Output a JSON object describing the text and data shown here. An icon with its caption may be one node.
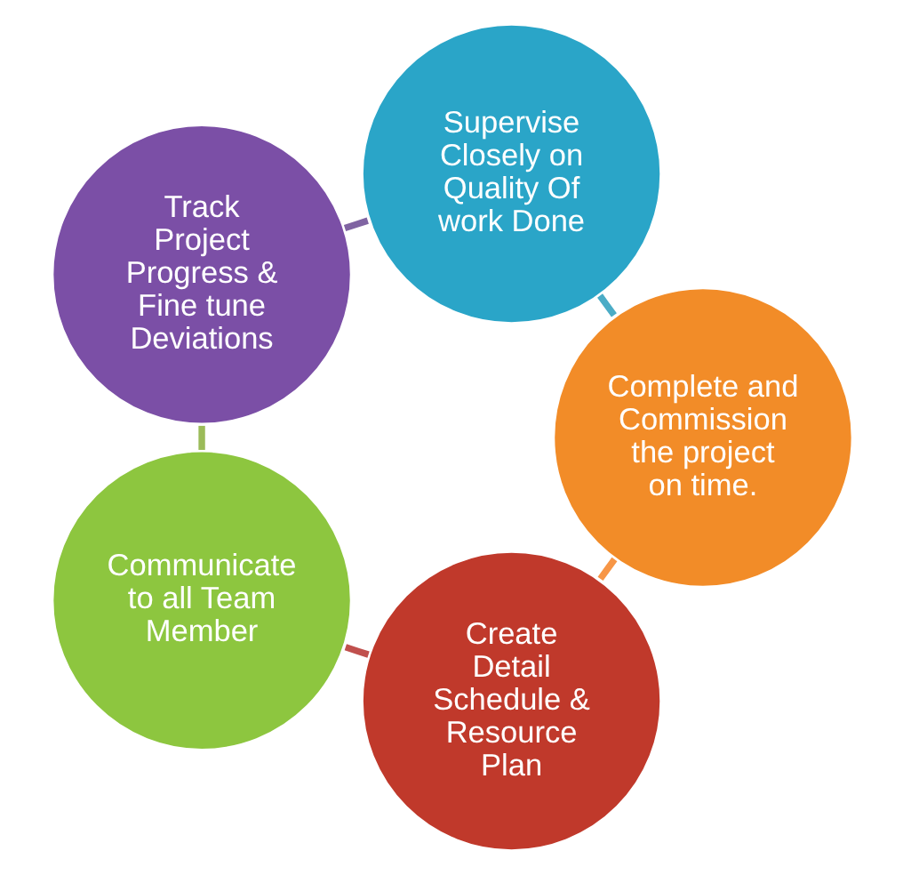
{
  "diagram": {
    "nodes": [
      {
        "text": [
          "Create Detail Schedule & Resource Plan"
        ]
      },
      {
        "text": [
          "Communicate to all Team Member"
        ]
      },
      {
        "text": [
          "Track Project Progress & Fine tune Deviations"
        ]
      },
      {
        "text": [
          "Supervise Closely on Quality Of work Done"
        ]
      },
      {
        "text": [
          "Complete and Commission the project on time."
        ]
      }
    ],
    "edges": [
      {
        "from": 0,
        "to": 1,
        "arrow": "none",
        "color": "#c0504d"
      },
      {
        "from": 1,
        "to": 2,
        "arrow": "none",
        "color": "#9bbb59"
      },
      {
        "from": 2,
        "to": 3,
        "arrow": "none",
        "color": "#8064a2"
      },
      {
        "from": 3,
        "to": 4,
        "arrow": "none",
        "color": "#4bacc6"
      },
      {
        "from": 4,
        "to": 0,
        "arrow": "none",
        "color": "#f79646"
      }
    ]
  }
}
